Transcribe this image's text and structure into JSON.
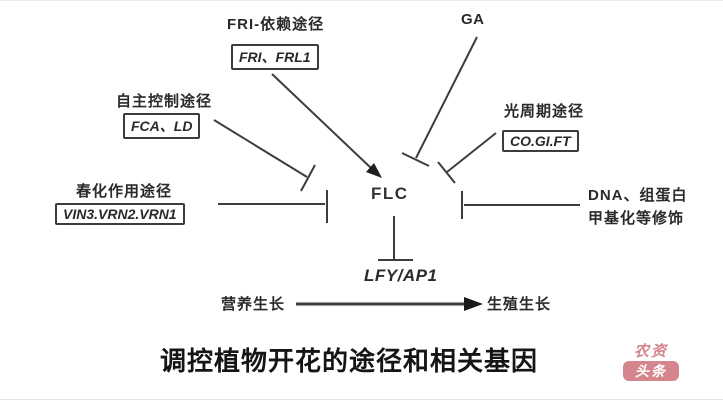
{
  "canvas": {
    "background": "#ffffff",
    "line_color": "#3d3d3d",
    "text_color": "#2a2a2a"
  },
  "diagram": {
    "pathways": {
      "fri": {
        "label": "FRI-依赖途径",
        "genes": "FRI、FRL1"
      },
      "autonomous": {
        "label": "自主控制途径",
        "genes": "FCA、LD"
      },
      "vernalization": {
        "label": "春化作用途径",
        "genes": "VIN3.VRN2.VRN1"
      },
      "photoperiod": {
        "label": "光周期途径",
        "genes": "CO.GI.FT"
      },
      "gibberellin": {
        "label": "GA"
      },
      "epigenetic": {
        "line1": "DNA、组蛋白",
        "line2": "甲基化等修饰"
      }
    },
    "hub_gene": "FLC",
    "downstream_gene": "LFY/AP1",
    "transition": {
      "from": "营养生长",
      "to": "生殖生长"
    },
    "edges": [
      {
        "from": "FRI、FRL1",
        "to": "FLC",
        "type": "promote"
      },
      {
        "from": "FCA、LD",
        "to": "FLC",
        "type": "inhibit"
      },
      {
        "from": "GA",
        "to": "FLC",
        "type": "inhibit"
      },
      {
        "from": "CO.GI.FT",
        "to": "FLC",
        "type": "inhibit"
      },
      {
        "from": "VIN3.VRN2.VRN1",
        "to": "FLC",
        "type": "inhibit"
      },
      {
        "from": "DNA、组蛋白甲基化等修饰",
        "to": "FLC",
        "type": "inhibit"
      },
      {
        "from": "FLC",
        "to": "LFY/AP1",
        "type": "inhibit"
      },
      {
        "from": "营养生长",
        "to": "生殖生长",
        "type": "promote"
      }
    ]
  },
  "caption": "调控植物开花的途径和相关基因",
  "watermark": {
    "top": "农资",
    "bottom": "头条",
    "color": "#c9646e"
  }
}
